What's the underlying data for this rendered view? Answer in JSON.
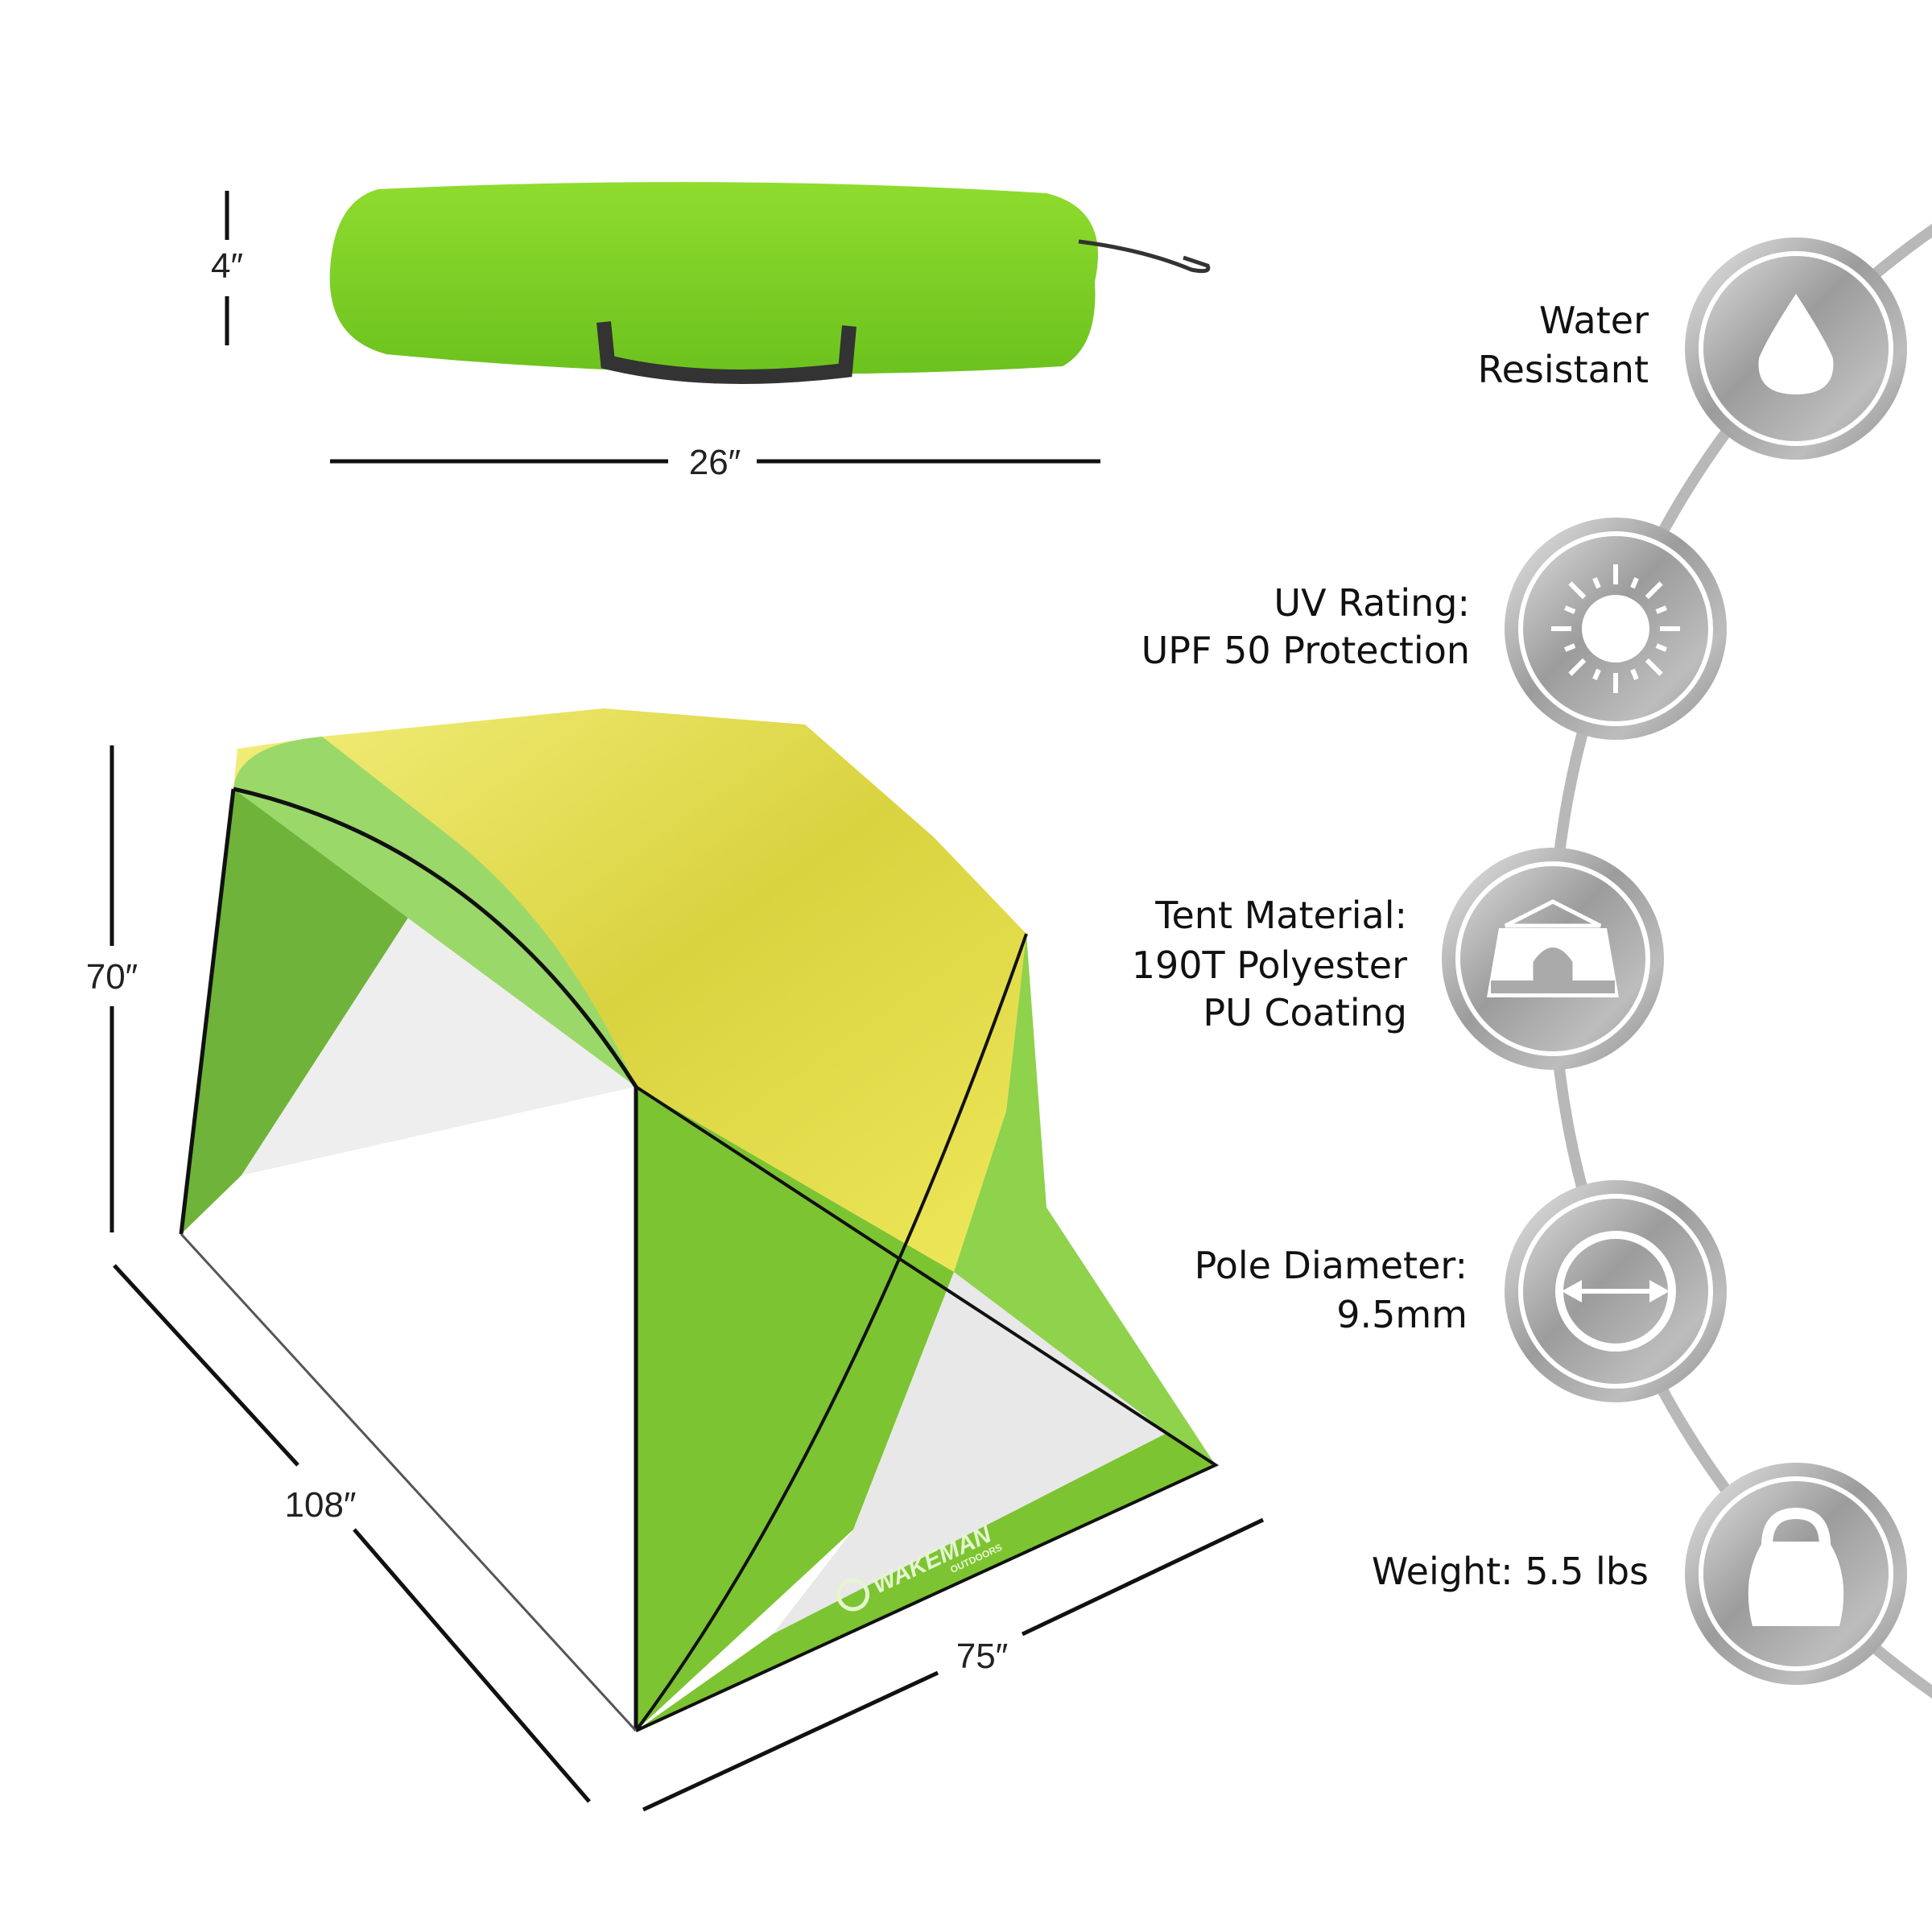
{
  "dimensions": {
    "bag_height": "4″",
    "bag_length": "26″",
    "tent_height": "70″",
    "tent_depth": "108″",
    "tent_width": "75″"
  },
  "brand": {
    "logo_text": "WAKEMAN",
    "logo_subtext": "OUTDOORS"
  },
  "features": [
    {
      "icon": "water-drop-icon",
      "lines": [
        "Water",
        "Resistant"
      ]
    },
    {
      "icon": "sun-icon",
      "lines": [
        "UV Rating:",
        "UPF 50 Protection"
      ]
    },
    {
      "icon": "tent-icon",
      "lines": [
        "Tent Material:",
        "190T Polyester",
        "PU Coating"
      ]
    },
    {
      "icon": "diameter-arrows-icon",
      "lines": [
        "Pole Diameter:",
        "9.5mm"
      ]
    },
    {
      "icon": "kettlebell-weight-icon",
      "lines": [
        "Weight: 5.5 lbs"
      ]
    }
  ],
  "colors": {
    "tent_green": "#7cc432",
    "tent_yellow": "#e6e24e",
    "badge_silver": "#a8a8a8"
  }
}
